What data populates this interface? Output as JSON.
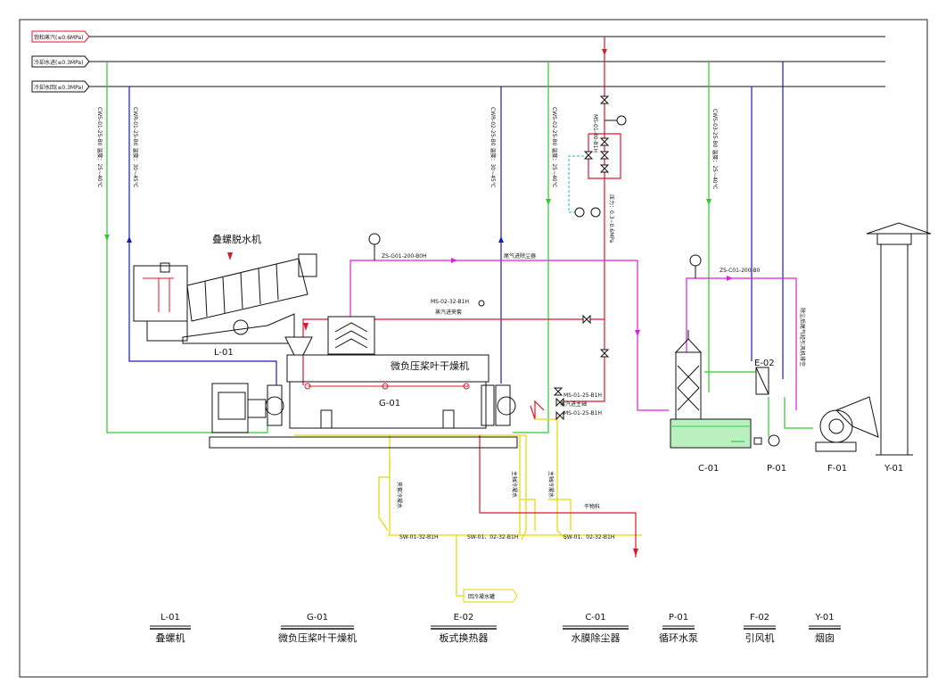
{
  "headers": {
    "steam": "饱和蒸汽(≤0.6MPa)",
    "cw_supply": "冷却水进(≤0.3MPa)",
    "cw_return": "冷却水回(≤0.3MPa)"
  },
  "equipment_labels": {
    "screw_press": "叠螺脱水机",
    "dryer": "微负压桨叶干燥机",
    "dryer_tag": "G-01",
    "screw_tag": "L-01",
    "scrubber_tag": "C-01",
    "pump_tag": "P-01",
    "hx_tag": "E-02",
    "fan_tag": "F-01",
    "chimney_tag": "Y-01"
  },
  "line_labels": {
    "cw_left": "CWS-01-25-B0 温度：25~40℃",
    "cwr_left": "CWR-01-25-B0 温度：30~45℃",
    "cwr_mid": "CWR-02-25-B0 温度：30~45℃",
    "cw_mid": "CWS-02-25-B0 温度：25~40℃",
    "cw_right": "CWS-03-25-B0 温度：25~40℃",
    "steam_main": "MS-01-80-B1H",
    "steam_pressure": "压力：0.3~0.6MPa",
    "exhaust": "ZS-G01-200-B0H",
    "exhaust_to": "尾气进除尘器",
    "steam_jacket_line": "MS-02-32-B1H",
    "steam_jacket": "蒸汽进夹套",
    "steam_shaft_line": "MS-01-25-B1H",
    "steam_shaft": "蒸汽进主轴",
    "steam_shaft_line2": "MS-01-25-B1H",
    "exhaust2": "ZS-C01-200-B0",
    "vent_note": "除尘后尾气经引风机排空",
    "cond_jacket": "夹套冷凝水",
    "cond_shaft1": "主轴冷凝水",
    "cond_shaft2": "主轴冷凝水",
    "sw1": "SW-01-32-B1H",
    "sw2": "SW-01、02-32-B1H",
    "sw3": "SW-01、02-32-B1H",
    "dry_product": "干物料",
    "cond_tank": "回冷凝水罐"
  },
  "legend": [
    {
      "code": "L-01",
      "name": "叠螺机"
    },
    {
      "code": "G-01",
      "name": "微负压桨叶干燥机"
    },
    {
      "code": "E-02",
      "name": "板式换热器"
    },
    {
      "code": "C-01",
      "name": "水膜除尘器"
    },
    {
      "code": "P-01",
      "name": "循环水泵"
    },
    {
      "code": "F-02",
      "name": "引风机"
    },
    {
      "code": "Y-01",
      "name": "烟囱"
    }
  ],
  "colors": {
    "steam": "#e0142a",
    "cooling_supply": "#2bcc2b",
    "cooling_return": "#1a1ab8",
    "exhaust": "#e01ee0",
    "condensate": "#f2e600",
    "condensate_dashed": "#1ab8c8",
    "equipment": "#111111",
    "scrubber_water": "#3ad04a",
    "frame": "#222222"
  }
}
